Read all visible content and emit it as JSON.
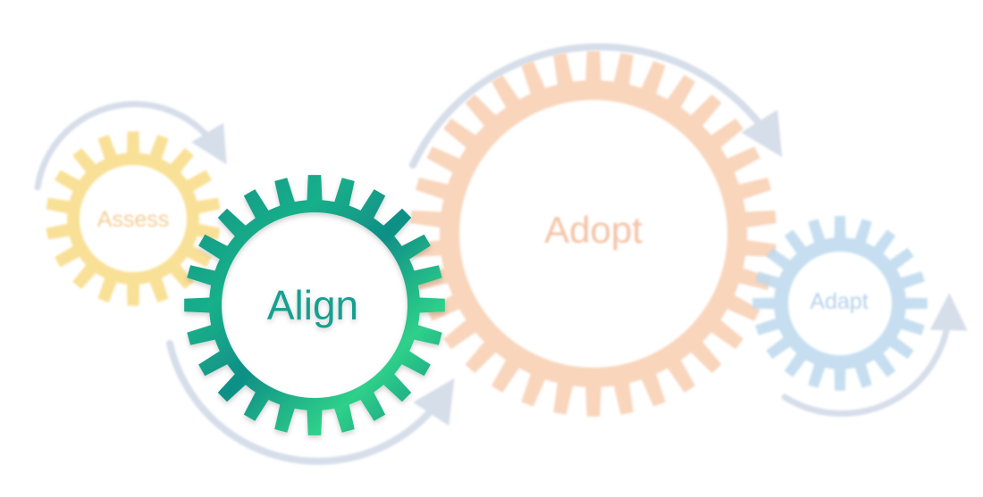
{
  "gears": [
    {
      "id": "assess",
      "label": "Assess",
      "color": "#F9DD8C",
      "label_color": "#F2C98A",
      "teeth": 18
    },
    {
      "id": "align",
      "label": "Align",
      "color": "#12998A",
      "highlight": "#2FD08A",
      "label_color": "#15A090",
      "teeth": 24
    },
    {
      "id": "adopt",
      "label": "Adopt",
      "color": "#F8CEB0",
      "label_color": "#F2B896",
      "teeth": 34
    },
    {
      "id": "adapt",
      "label": "Adapt",
      "color": "#BCD9EE",
      "label_color": "#A7C9E5",
      "teeth": 20
    }
  ],
  "arrow_color": "#C9D3E3"
}
